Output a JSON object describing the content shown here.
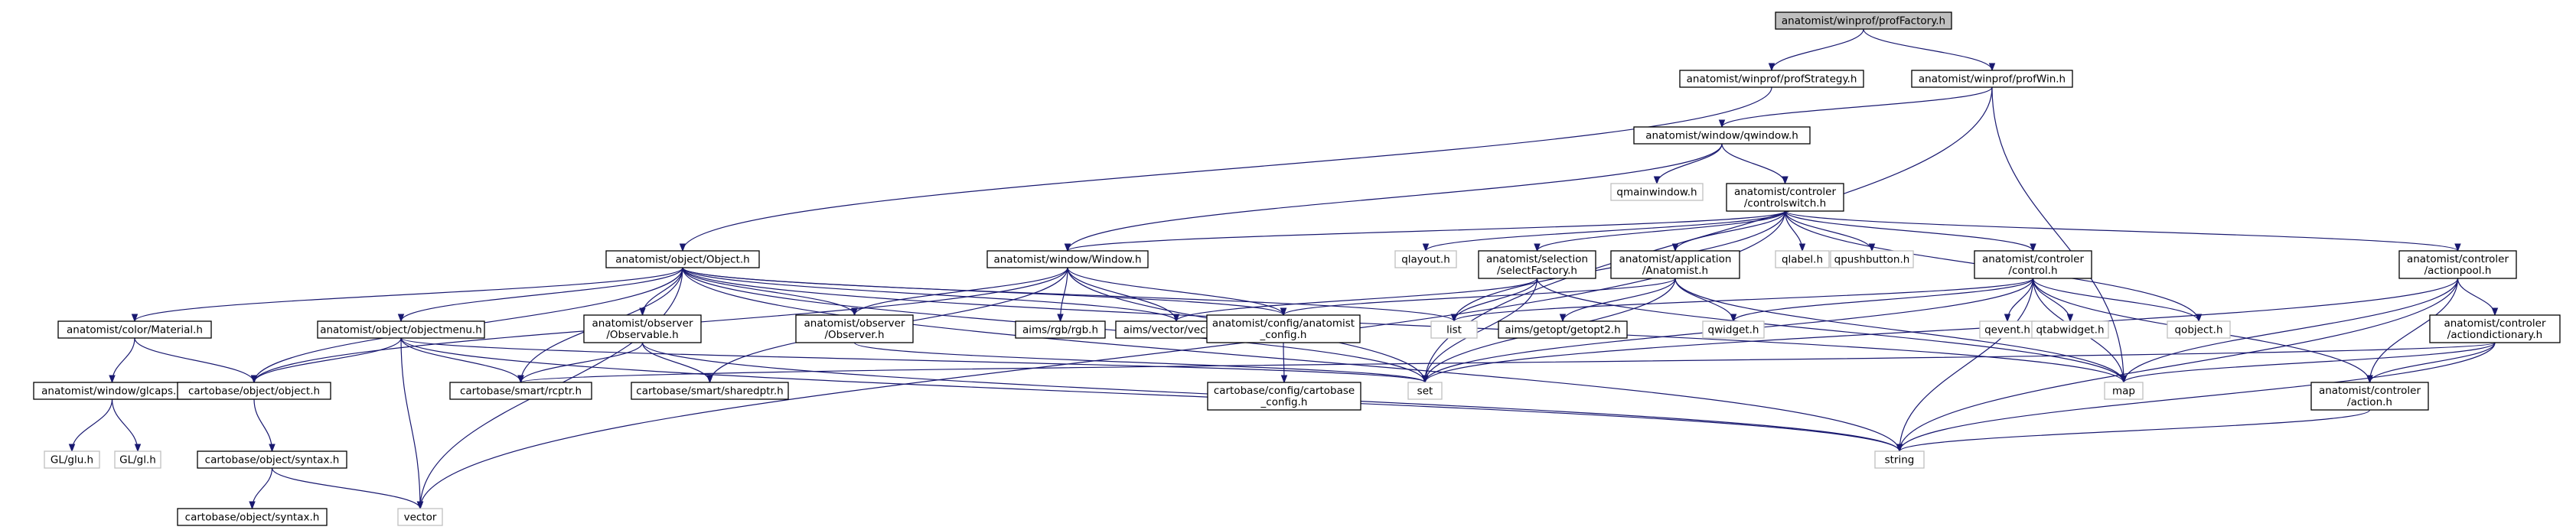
{
  "colors": {
    "edge": "#191970",
    "node_border": "#000000",
    "node_border_external": "#bfbfbf",
    "root_fill": "#bfbfbf",
    "node_fill": "#ffffff",
    "text": "#000000",
    "text_external": "#000000"
  },
  "nodes": [
    {
      "id": "pf",
      "lines": [
        "anatomist/winprof/profFactory.h"
      ],
      "kind": "root"
    },
    {
      "id": "ps",
      "lines": [
        "anatomist/winprof/profStrategy.h"
      ],
      "kind": "local"
    },
    {
      "id": "pw",
      "lines": [
        "anatomist/winprof/profWin.h"
      ],
      "kind": "local"
    },
    {
      "id": "qw",
      "lines": [
        "anatomist/window/qwindow.h"
      ],
      "kind": "local"
    },
    {
      "id": "qmw",
      "lines": [
        "qmainwindow.h"
      ],
      "kind": "external"
    },
    {
      "id": "cs",
      "lines": [
        "anatomist/controler",
        "/controlswitch.h"
      ],
      "kind": "local"
    },
    {
      "id": "obj",
      "lines": [
        "anatomist/object/Object.h"
      ],
      "kind": "local"
    },
    {
      "id": "win",
      "lines": [
        "anatomist/window/Window.h"
      ],
      "kind": "local"
    },
    {
      "id": "qlay",
      "lines": [
        "qlayout.h"
      ],
      "kind": "external"
    },
    {
      "id": "sel",
      "lines": [
        "anatomist/selection",
        "/selectFactory.h"
      ],
      "kind": "local"
    },
    {
      "id": "app",
      "lines": [
        "anatomist/application",
        "/Anatomist.h"
      ],
      "kind": "local"
    },
    {
      "id": "qlab",
      "lines": [
        "qlabel.h"
      ],
      "kind": "external"
    },
    {
      "id": "qpb",
      "lines": [
        "qpushbutton.h"
      ],
      "kind": "external"
    },
    {
      "id": "ctl",
      "lines": [
        "anatomist/controler",
        "/control.h"
      ],
      "kind": "local"
    },
    {
      "id": "ap",
      "lines": [
        "anatomist/controler",
        "/actionpool.h"
      ],
      "kind": "local"
    },
    {
      "id": "mat",
      "lines": [
        "anatomist/color/Material.h"
      ],
      "kind": "local"
    },
    {
      "id": "om",
      "lines": [
        "anatomist/object/objectmenu.h"
      ],
      "kind": "local"
    },
    {
      "id": "obs",
      "lines": [
        "anatomist/observer",
        "/Observable.h"
      ],
      "kind": "local"
    },
    {
      "id": "obsr",
      "lines": [
        "anatomist/observer",
        "/Observer.h"
      ],
      "kind": "local"
    },
    {
      "id": "rgb",
      "lines": [
        "aims/rgb/rgb.h"
      ],
      "kind": "local"
    },
    {
      "id": "vec",
      "lines": [
        "aims/vector/vector.h"
      ],
      "kind": "local"
    },
    {
      "id": "ac",
      "lines": [
        "anatomist/config/anatomist",
        "_config.h"
      ],
      "kind": "local"
    },
    {
      "id": "list",
      "lines": [
        "list"
      ],
      "kind": "external"
    },
    {
      "id": "gg",
      "lines": [
        "aims/getopt/getopt2.h"
      ],
      "kind": "local"
    },
    {
      "id": "qwid",
      "lines": [
        "qwidget.h"
      ],
      "kind": "external"
    },
    {
      "id": "qev",
      "lines": [
        "qevent.h"
      ],
      "kind": "external"
    },
    {
      "id": "qtab",
      "lines": [
        "qtabwidget.h"
      ],
      "kind": "external"
    },
    {
      "id": "qobj",
      "lines": [
        "qobject.h"
      ],
      "kind": "external"
    },
    {
      "id": "ad",
      "lines": [
        "anatomist/controler",
        "/actiondictionary.h"
      ],
      "kind": "local"
    },
    {
      "id": "glc",
      "lines": [
        "anatomist/window/glcaps.h"
      ],
      "kind": "local"
    },
    {
      "id": "cobj",
      "lines": [
        "cartobase/object/object.h"
      ],
      "kind": "local"
    },
    {
      "id": "rcp",
      "lines": [
        "cartobase/smart/rcptr.h"
      ],
      "kind": "local"
    },
    {
      "id": "shp",
      "lines": [
        "cartobase/smart/sharedptr.h"
      ],
      "kind": "local"
    },
    {
      "id": "set",
      "lines": [
        "set"
      ],
      "kind": "external"
    },
    {
      "id": "ccc",
      "lines": [
        "cartobase/config/cartobase",
        "_config.h"
      ],
      "kind": "local"
    },
    {
      "id": "map",
      "lines": [
        "map"
      ],
      "kind": "external"
    },
    {
      "id": "act",
      "lines": [
        "anatomist/controler",
        "/action.h"
      ],
      "kind": "local"
    },
    {
      "id": "glu",
      "lines": [
        "GL/glu.h"
      ],
      "kind": "external"
    },
    {
      "id": "gl",
      "lines": [
        "GL/gl.h"
      ],
      "kind": "external"
    },
    {
      "id": "syn",
      "lines": [
        "cartobase/object/syntax.h"
      ],
      "kind": "local"
    },
    {
      "id": "str",
      "lines": [
        "string"
      ],
      "kind": "external"
    },
    {
      "id": "syn2",
      "lines": [
        "cartobase/object/syntax.h"
      ],
      "kind": "local"
    },
    {
      "id": "vector",
      "lines": [
        "vector"
      ],
      "kind": "external"
    }
  ],
  "edges": [
    [
      "pf",
      "ps"
    ],
    [
      "pf",
      "pw"
    ],
    [
      "ps",
      "obj"
    ],
    [
      "pw",
      "qw"
    ],
    [
      "pw",
      "map"
    ],
    [
      "pw",
      "set"
    ],
    [
      "qw",
      "qmw"
    ],
    [
      "qw",
      "cs"
    ],
    [
      "qw",
      "win"
    ],
    [
      "cs",
      "win"
    ],
    [
      "cs",
      "qlay"
    ],
    [
      "cs",
      "sel"
    ],
    [
      "cs",
      "app"
    ],
    [
      "cs",
      "qlab"
    ],
    [
      "cs",
      "qpb"
    ],
    [
      "cs",
      "ctl"
    ],
    [
      "cs",
      "ap"
    ],
    [
      "cs",
      "qobj"
    ],
    [
      "cs",
      "list"
    ],
    [
      "cs",
      "vector"
    ],
    [
      "obj",
      "mat"
    ],
    [
      "obj",
      "om"
    ],
    [
      "obj",
      "obs"
    ],
    [
      "obj",
      "obsr"
    ],
    [
      "obj",
      "vec"
    ],
    [
      "obj",
      "ac"
    ],
    [
      "obj",
      "list"
    ],
    [
      "obj",
      "cobj"
    ],
    [
      "obj",
      "rcp"
    ],
    [
      "obj",
      "set"
    ],
    [
      "obj",
      "map"
    ],
    [
      "obj",
      "str"
    ],
    [
      "obj",
      "vector"
    ],
    [
      "win",
      "obsr"
    ],
    [
      "win",
      "rgb"
    ],
    [
      "win",
      "vec"
    ],
    [
      "win",
      "ac"
    ],
    [
      "win",
      "shp"
    ],
    [
      "win",
      "set"
    ],
    [
      "win",
      "cobj"
    ],
    [
      "sel",
      "vec"
    ],
    [
      "sel",
      "list"
    ],
    [
      "sel",
      "set"
    ],
    [
      "sel",
      "map"
    ],
    [
      "app",
      "ac"
    ],
    [
      "app",
      "gg"
    ],
    [
      "app",
      "qwid"
    ],
    [
      "app",
      "set"
    ],
    [
      "app",
      "map"
    ],
    [
      "ctl",
      "list"
    ],
    [
      "ctl",
      "qwid"
    ],
    [
      "ctl",
      "qev"
    ],
    [
      "ctl",
      "qtab"
    ],
    [
      "ctl",
      "qobj"
    ],
    [
      "ctl",
      "set"
    ],
    [
      "ctl",
      "map"
    ],
    [
      "ctl",
      "act"
    ],
    [
      "ctl",
      "str"
    ],
    [
      "ap",
      "ad"
    ],
    [
      "ap",
      "act"
    ],
    [
      "ap",
      "map"
    ],
    [
      "ap",
      "set"
    ],
    [
      "ap",
      "str"
    ],
    [
      "mat",
      "cobj"
    ],
    [
      "mat",
      "glc"
    ],
    [
      "om",
      "cobj"
    ],
    [
      "om",
      "rcp"
    ],
    [
      "om",
      "set"
    ],
    [
      "om",
      "str"
    ],
    [
      "om",
      "vector"
    ],
    [
      "obs",
      "shp"
    ],
    [
      "obs",
      "rcp"
    ],
    [
      "obs",
      "str"
    ],
    [
      "obsr",
      "set"
    ],
    [
      "ac",
      "ccc"
    ],
    [
      "ad",
      "act"
    ],
    [
      "ad",
      "map"
    ],
    [
      "ad",
      "str"
    ],
    [
      "ad",
      "rcp"
    ],
    [
      "glc",
      "glu"
    ],
    [
      "glc",
      "gl"
    ],
    [
      "cobj",
      "syn"
    ],
    [
      "syn",
      "syn2"
    ],
    [
      "syn",
      "vector"
    ],
    [
      "act",
      "str"
    ]
  ]
}
